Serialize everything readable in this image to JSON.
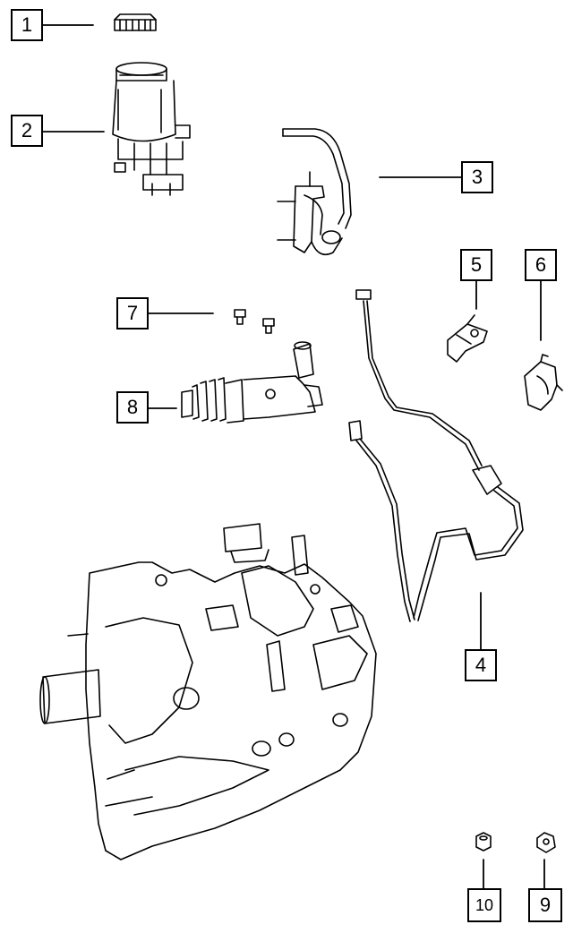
{
  "callouts": {
    "c1": "1",
    "c2": "2",
    "c3": "3",
    "c4": "4",
    "c5": "5",
    "c6": "6",
    "c7": "7",
    "c8": "8",
    "c9": "9",
    "c10": "10"
  },
  "colors": {
    "line": "#000000",
    "background": "#ffffff"
  },
  "parts": [
    {
      "callout": "1",
      "icon": "reservoir-cap-icon"
    },
    {
      "callout": "2",
      "icon": "reservoir-icon"
    },
    {
      "callout": "3",
      "icon": "master-cylinder-icon"
    },
    {
      "callout": "4",
      "icon": "hydraulic-line-icon"
    },
    {
      "callout": "5",
      "icon": "clip-icon"
    },
    {
      "callout": "6",
      "icon": "bracket-clip-icon"
    },
    {
      "callout": "7",
      "icon": "bolt-icon"
    },
    {
      "callout": "8",
      "icon": "slave-cylinder-icon"
    },
    {
      "callout": "9",
      "icon": "clip-icon"
    },
    {
      "callout": "10",
      "icon": "nut-icon"
    }
  ]
}
